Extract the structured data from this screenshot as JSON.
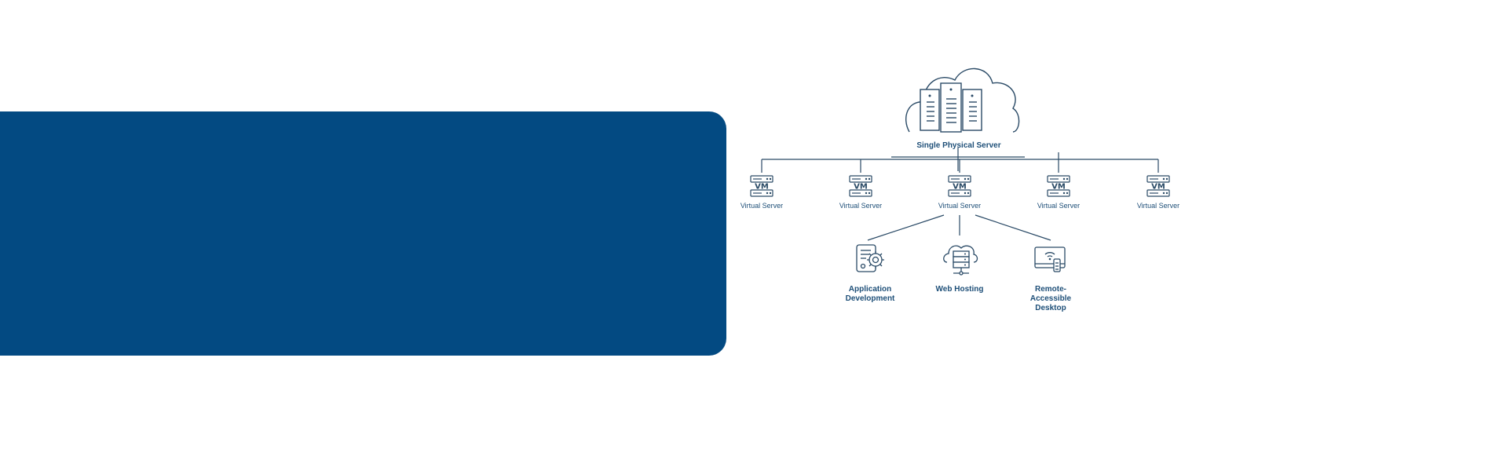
{
  "diagram": {
    "root": {
      "label": "Single Physical Server",
      "icon": "cloud-server-rack-icon"
    },
    "virtual_servers": [
      {
        "label": "Virtual Server",
        "icon_text": "VM",
        "icon": "vm-server-icon"
      },
      {
        "label": "Virtual Server",
        "icon_text": "VM",
        "icon": "vm-server-icon"
      },
      {
        "label": "Virtual Server",
        "icon_text": "VM",
        "icon": "vm-server-icon"
      },
      {
        "label": "Virtual Server",
        "icon_text": "VM",
        "icon": "vm-server-icon"
      },
      {
        "label": "Virtual Server",
        "icon_text": "VM",
        "icon": "vm-server-icon"
      }
    ],
    "uses": [
      {
        "label": "Application Development",
        "icon": "document-gear-icon"
      },
      {
        "label": "Web Hosting",
        "icon": "cloud-hosting-icon"
      },
      {
        "label": "Remote-Accessible Desktop",
        "icon": "remote-desktop-icon"
      }
    ]
  },
  "colors": {
    "panel": "#034a82",
    "stroke": "#2a4a66",
    "text": "#1e4f78"
  }
}
